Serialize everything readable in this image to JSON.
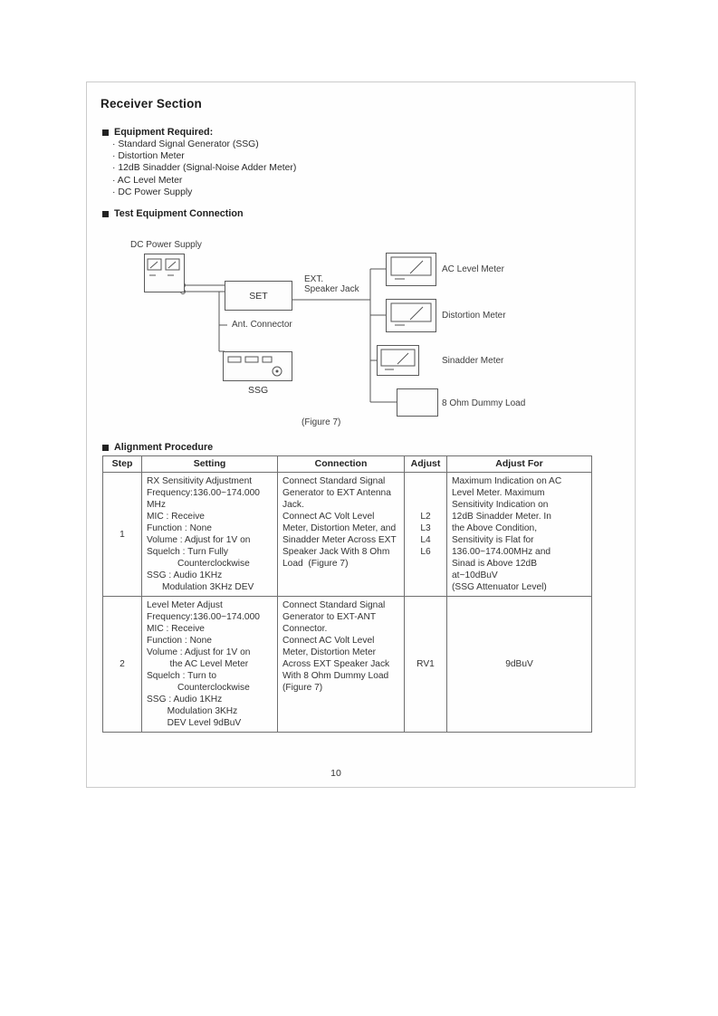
{
  "doc": {
    "title": "Receiver Section",
    "page_number": "10"
  },
  "equipment": {
    "heading": "Equipment Required:",
    "items": [
      "Standard Signal Generator (SSG)",
      "Distortion Meter",
      "12dB Sinadder (Signal-Noise Adder Meter)",
      "AC Level Meter",
      "DC Power Supply"
    ]
  },
  "diagram": {
    "heading": "Test Equipment Connection",
    "dc_power_supply": "DC Power Supply",
    "set": "SET",
    "ext_speaker_jack": "EXT.\nSpeaker Jack",
    "ant_connector": "Ant. Connector",
    "ssg": "SSG",
    "ac_level_meter": "AC Level Meter",
    "distortion_meter": "Distortion Meter",
    "sinadder_meter": "Sinadder Meter",
    "dummy_load": "8 Ohm Dummy Load",
    "figure_caption": "(Figure 7)"
  },
  "alignment": {
    "heading": "Alignment Procedure",
    "headers": [
      "Step",
      "Setting",
      "Connection",
      "Adjust",
      "Adjust For"
    ],
    "rows": [
      {
        "step": "1",
        "setting": "RX Sensitivity Adjustment\nFrequency:136.00~174.000\nMHz\nMIC : Receive\nFunction : None\nVolume : Adjust for 1V on\nSquelch : Turn Fully\n            Counterclockwise\nSSG : Audio 1KHz\n      Modulation 3KHz DEV",
        "connection": "Connect Standard Signal\nGenerator to EXT Antenna\nJack.\nConnect AC Volt Level\nMeter, Distortion Meter, and\nSinadder Meter Across EXT\nSpeaker Jack With 8 Ohm\nLoad  (Figure 7)",
        "adjust": "L2\nL3\nL4\nL6",
        "adjust_for": "Maximum Indication on AC\nLevel Meter. Maximum\nSensitivity Indication on\n12dB Sinadder Meter. In\nthe Above Condition,\nSensitivity is Flat for\n136.00~174.00MHz and\nSinad is Above 12dB\nat~10dBuV\n(SSG Attenuator Level)"
      },
      {
        "step": "2",
        "setting": "Level Meter Adjust\nFrequency:136.00~174.000\nMIC : Receive\nFunction : None\nVolume : Adjust for 1V on\n         the AC Level Meter\nSquelch : Turn to\n            Counterclockwise\nSSG : Audio 1KHz\n        Modulation 3KHz\n        DEV Level 9dBuV",
        "connection": "Connect Standard Signal\nGenerator to EXT-ANT\nConnector.\nConnect AC Volt Level\nMeter, Distortion Meter\nAcross EXT Speaker Jack\nWith 8 Ohm Dummy Load\n(Figure 7)",
        "adjust": "RV1",
        "adjust_for": "9dBuV"
      }
    ]
  }
}
